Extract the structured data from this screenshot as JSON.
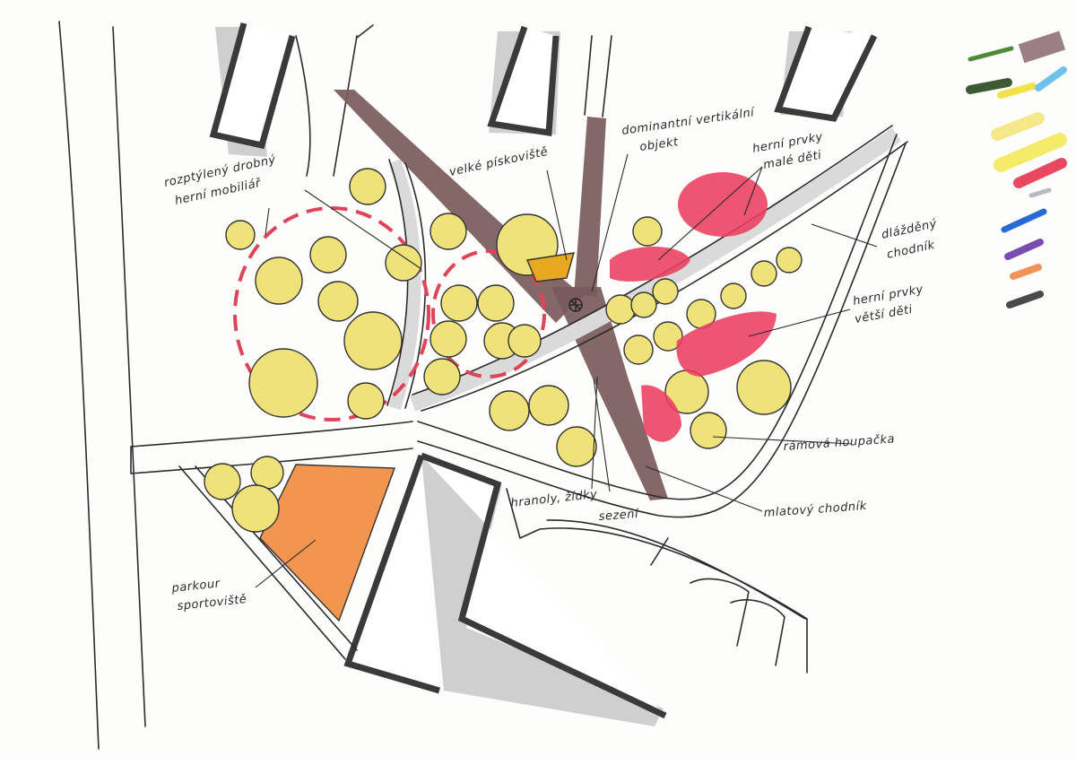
{
  "labels": {
    "scattered_furniture_line1": "rozptýlený drobný",
    "scattered_furniture_line2": "herní mobiliář",
    "sandbox": "velké pískoviště",
    "vertical_object_line1": "dominantní vertikální",
    "vertical_object_line2": "objekt",
    "play_small_line1": "herní prvky",
    "play_small_line2": "malé děti",
    "paved_path_line1": "dlážděný",
    "paved_path_line2": "chodník",
    "play_older_line1": "herní prvky",
    "play_older_line2": "větší děti",
    "frame_swing": "rámová houpačka",
    "gravel_path": "mlatový chodník",
    "stone_seating_line1": "hranoly, žídky",
    "stone_seating_line2": "sezení",
    "parkour_line1": "parkour",
    "parkour_line2": "sportoviště"
  },
  "colors": {
    "tree_yellow": "#f0e27a",
    "main_path_brown": "#7a5a5a",
    "play_pink": "#ec3d5e",
    "parkour_orange": "#f08a3c",
    "sandbox_ochre": "#e8a820",
    "dashed_red": "#e0445a"
  },
  "swatches": [
    {
      "name": "swatch-green-icon",
      "color": "#4f8a3a"
    },
    {
      "name": "swatch-mauve-icon",
      "color": "#9a7f86"
    },
    {
      "name": "swatch-darkgreen-icon",
      "color": "#3d5a32"
    },
    {
      "name": "swatch-yellow-icon",
      "color": "#f3e14a"
    },
    {
      "name": "swatch-lightblue-icon",
      "color": "#6fc3ea"
    },
    {
      "name": "swatch-paleyellow-icon",
      "color": "#f4e98a"
    },
    {
      "name": "swatch-lemon-icon",
      "color": "#f5eb6a"
    },
    {
      "name": "swatch-red-icon",
      "color": "#e94860"
    },
    {
      "name": "swatch-grey-icon",
      "color": "#b8b8c0"
    },
    {
      "name": "swatch-blue-icon",
      "color": "#2a6ad6"
    },
    {
      "name": "swatch-purple-icon",
      "color": "#7a4bb0"
    },
    {
      "name": "swatch-orange-icon",
      "color": "#f0925a"
    },
    {
      "name": "swatch-charcoal-icon",
      "color": "#4a4a4a"
    }
  ]
}
